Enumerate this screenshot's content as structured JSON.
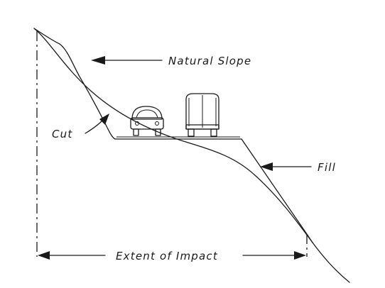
{
  "labels": {
    "natural_slope": "Natural Slope",
    "cut": "Cut",
    "fill": "Fill",
    "extent_of_impact": "Extent of Impact"
  },
  "colors": {
    "ink": "#1a1a1a",
    "background": "#ffffff"
  }
}
